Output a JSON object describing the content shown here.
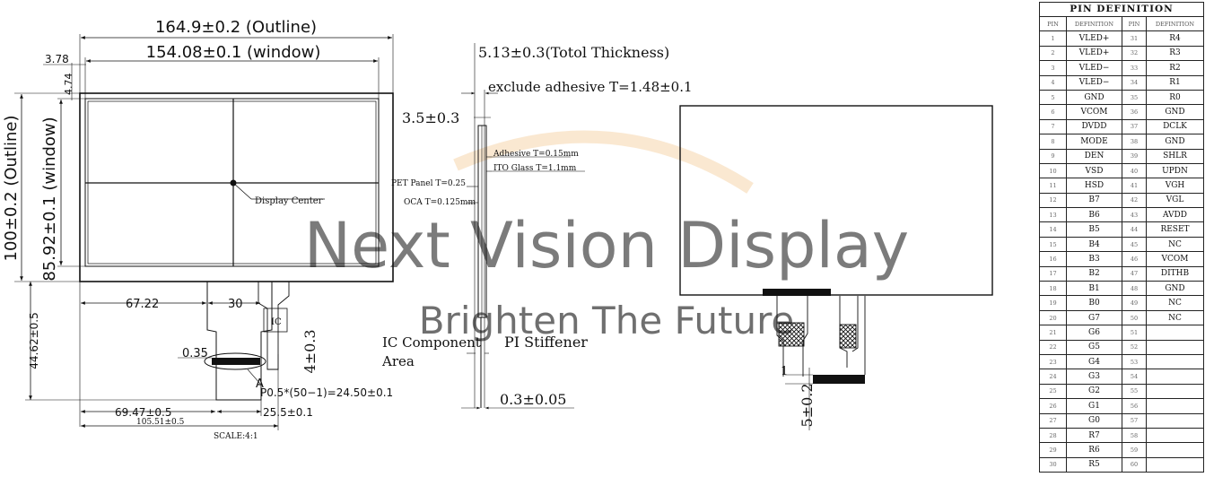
{
  "drawing": {
    "outline_width": "164.9±0.2 (Outline)",
    "window_width": "154.08±0.1 (window)",
    "outline_height": "100±0.2 (Outline)",
    "window_height": "85.92±0.1 (window)",
    "dim_378": "3.78",
    "dim_474": "4.74",
    "display_center": "Display Center",
    "dim_6722": "67.22",
    "dim_30": "30",
    "dim_4462": "44.62±0.5",
    "dim_035": "0.35",
    "detail_label": "A",
    "ic_label": "IC",
    "dim_4": "4±0.3",
    "pitch": "P0.5*(50−1)=24.50±0.1",
    "dim_6947": "69.47±0.5",
    "dim_255": "25.5±0.1",
    "dim_10551": "105.51±0.5",
    "scale": "SCALE:4:1"
  },
  "side": {
    "total_thickness": "5.13±0.3(Totol Thickness)",
    "exclude_adhesive": "exclude adhesive T=1.48±0.1",
    "dim_35": "3.5±0.3",
    "adhesive": "Adhesive T=0.15mm",
    "ito_glass": "ITO Glass T=1.1mm",
    "pet_panel": "PET Panel T=0.25",
    "oca": "OCA T=0.125mm",
    "ic_component": "IC Component",
    "area": "Area",
    "pi_stiffener": "PI Stiffener",
    "dim_03": "0.3±0.05"
  },
  "back": {
    "dim_1": "1",
    "dim_5": "5±0.2"
  },
  "watermark": {
    "main": "Next Vision Display",
    "sub": "Brighten The Future"
  },
  "pin_table": {
    "title": "PIN DEFINITION",
    "headers": [
      "PIN",
      "DEFINITION",
      "PIN",
      "DEFINITION"
    ],
    "left": [
      {
        "pin": "1",
        "def": "VLED+"
      },
      {
        "pin": "2",
        "def": "VLED+"
      },
      {
        "pin": "3",
        "def": "VLED−"
      },
      {
        "pin": "4",
        "def": "VLED−"
      },
      {
        "pin": "5",
        "def": "GND"
      },
      {
        "pin": "6",
        "def": "VCOM"
      },
      {
        "pin": "7",
        "def": "DVDD"
      },
      {
        "pin": "8",
        "def": "MODE"
      },
      {
        "pin": "9",
        "def": "DEN"
      },
      {
        "pin": "10",
        "def": "VSD"
      },
      {
        "pin": "11",
        "def": "HSD"
      },
      {
        "pin": "12",
        "def": "B7"
      },
      {
        "pin": "13",
        "def": "B6"
      },
      {
        "pin": "14",
        "def": "B5"
      },
      {
        "pin": "15",
        "def": "B4"
      },
      {
        "pin": "16",
        "def": "B3"
      },
      {
        "pin": "17",
        "def": "B2"
      },
      {
        "pin": "18",
        "def": "B1"
      },
      {
        "pin": "19",
        "def": "B0"
      },
      {
        "pin": "20",
        "def": "G7"
      },
      {
        "pin": "21",
        "def": "G6"
      },
      {
        "pin": "22",
        "def": "G5"
      },
      {
        "pin": "23",
        "def": "G4"
      },
      {
        "pin": "24",
        "def": "G3"
      },
      {
        "pin": "25",
        "def": "G2"
      },
      {
        "pin": "26",
        "def": "G1"
      },
      {
        "pin": "27",
        "def": "G0"
      },
      {
        "pin": "28",
        "def": "R7"
      },
      {
        "pin": "29",
        "def": "R6"
      },
      {
        "pin": "30",
        "def": "R5"
      }
    ],
    "right": [
      {
        "pin": "31",
        "def": "R4"
      },
      {
        "pin": "32",
        "def": "R3"
      },
      {
        "pin": "33",
        "def": "R2"
      },
      {
        "pin": "34",
        "def": "R1"
      },
      {
        "pin": "35",
        "def": "R0"
      },
      {
        "pin": "36",
        "def": "GND"
      },
      {
        "pin": "37",
        "def": "DCLK"
      },
      {
        "pin": "38",
        "def": "GND"
      },
      {
        "pin": "39",
        "def": "SHLR"
      },
      {
        "pin": "40",
        "def": "UPDN"
      },
      {
        "pin": "41",
        "def": "VGH"
      },
      {
        "pin": "42",
        "def": "VGL"
      },
      {
        "pin": "43",
        "def": "AVDD"
      },
      {
        "pin": "44",
        "def": "RESET"
      },
      {
        "pin": "45",
        "def": "NC"
      },
      {
        "pin": "46",
        "def": "VCOM"
      },
      {
        "pin": "47",
        "def": "DITHB"
      },
      {
        "pin": "48",
        "def": "GND"
      },
      {
        "pin": "49",
        "def": "NC"
      },
      {
        "pin": "50",
        "def": "NC"
      },
      {
        "pin": "51",
        "def": ""
      },
      {
        "pin": "52",
        "def": ""
      },
      {
        "pin": "53",
        "def": ""
      },
      {
        "pin": "54",
        "def": ""
      },
      {
        "pin": "55",
        "def": ""
      },
      {
        "pin": "56",
        "def": ""
      },
      {
        "pin": "57",
        "def": ""
      },
      {
        "pin": "58",
        "def": ""
      },
      {
        "pin": "59",
        "def": ""
      },
      {
        "pin": "60",
        "def": ""
      }
    ]
  }
}
